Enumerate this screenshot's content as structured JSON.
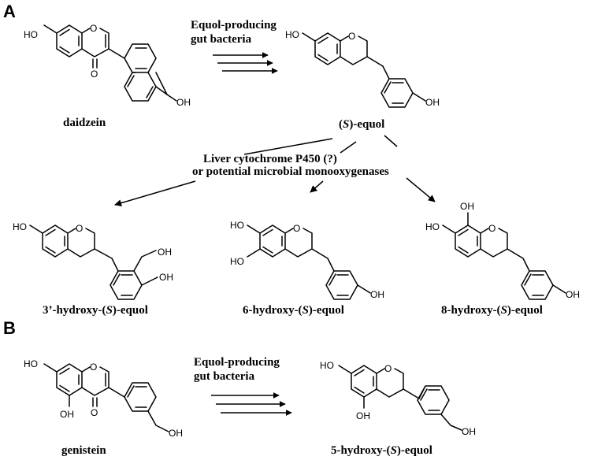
{
  "panels": {
    "a": {
      "label": "A",
      "bacteria_line1": "Equol-producing",
      "bacteria_line2": "gut bacteria",
      "daidzein": "daidzein",
      "equol_prefix": "(",
      "equol_s": "S",
      "equol_suffix": ")-equol",
      "enzyme_line1": "Liver cytochrome P450 (?)",
      "enzyme_line2": "or potential microbial monooxygenases",
      "m1_prefix": "3’-hydroxy-(",
      "m1_s": "S",
      "m1_suffix": ")-equol",
      "m2_prefix": "6-hydroxy-(",
      "m2_s": "S",
      "m2_suffix": ")-equol",
      "m3_prefix": "8-hydroxy-(",
      "m3_s": "S",
      "m3_suffix": ")-equol"
    },
    "b": {
      "label": "B",
      "bacteria_line1": "Equol-producing",
      "bacteria_line2": "gut bacteria",
      "genistein": "genistein",
      "prod_prefix": "5-hydroxy-(",
      "prod_s": "S",
      "prod_suffix": ")-equol"
    }
  },
  "atoms": {
    "oh": "OH",
    "ho": "HO",
    "o": "O"
  }
}
